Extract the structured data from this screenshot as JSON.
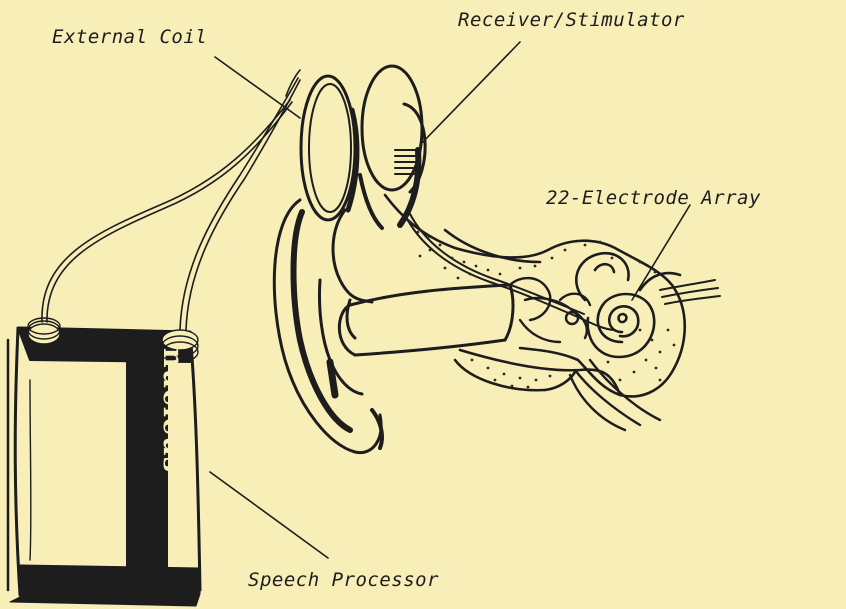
{
  "labels": {
    "external_coil": "External Coil",
    "receiver_stimulator": "Receiver/Stimulator",
    "electrode_array": "22-Electrode Array",
    "speech_processor": "Speech Processor"
  },
  "device_brand": "nucleus",
  "colors": {
    "background": "#f7eeb8",
    "ink": "#1d1d1d",
    "stipple": "#2a2a2a"
  }
}
